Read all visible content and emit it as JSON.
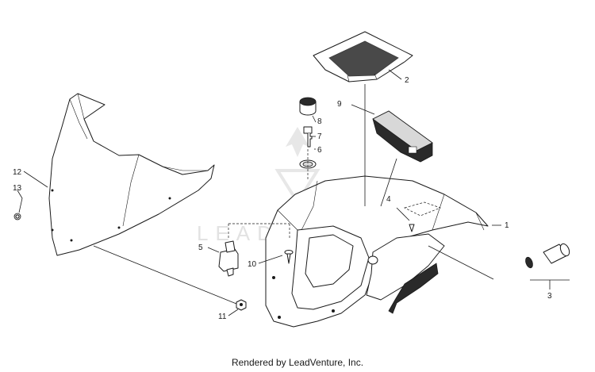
{
  "diagram": {
    "callouts": {
      "c1": "1",
      "c2": "2",
      "c3": "3",
      "c4": "4",
      "c5": "5",
      "c6": "6",
      "c7": "7",
      "c8": "8",
      "c9": "9",
      "c10": "10",
      "c11": "11",
      "c12": "12",
      "c13": "13"
    },
    "watermark": "LEADVENTURE",
    "footer": "Rendered by LeadVenture, Inc."
  }
}
